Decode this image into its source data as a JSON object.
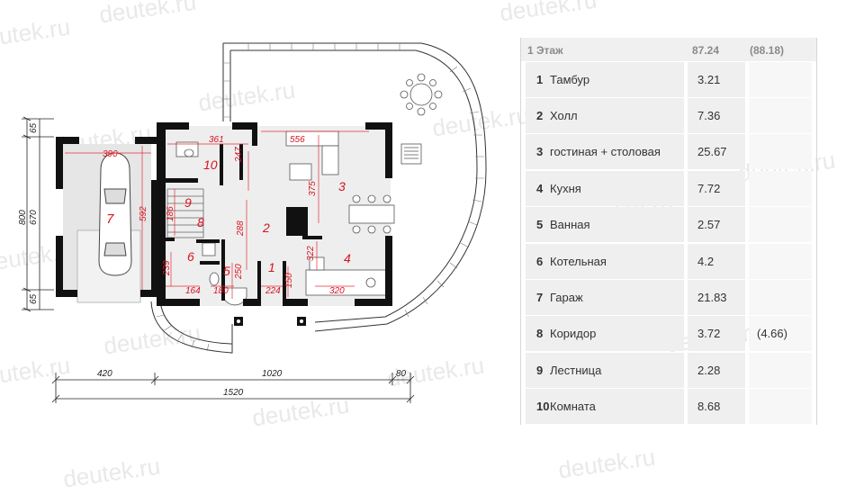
{
  "watermark": "deutek.ru",
  "plan": {
    "dimensions": {
      "top_left": "390",
      "top_mid": "361",
      "top_right": "556",
      "left_outer": "800",
      "left_inner": "670",
      "left_top": "65",
      "left_bottom": "65",
      "garage_depth": "592",
      "d186": "186",
      "d239": "239",
      "d247": "247",
      "d288": "288",
      "d375": "375",
      "d322": "322",
      "d250": "250",
      "d150": "150",
      "d164": "164",
      "d180": "180",
      "d224": "224",
      "d320": "320",
      "bottom_left": "420",
      "bottom_mid": "1020",
      "bottom_right": "80",
      "bottom_total": "1520"
    },
    "room_labels": [
      "1",
      "2",
      "3",
      "4",
      "5",
      "6",
      "7",
      "8",
      "9",
      "10"
    ]
  },
  "table": {
    "header": {
      "floor": "1 Этаж",
      "area": "87.24",
      "area_alt": "(88.18)"
    },
    "rows": [
      {
        "num": "1",
        "name": "Тамбур",
        "area": "3.21",
        "alt": ""
      },
      {
        "num": "2",
        "name": "Холл",
        "area": "7.36",
        "alt": ""
      },
      {
        "num": "3",
        "name": "гостиная + столовая",
        "area": "25.67",
        "alt": ""
      },
      {
        "num": "4",
        "name": "Кухня",
        "area": "7.72",
        "alt": ""
      },
      {
        "num": "5",
        "name": "Ванная",
        "area": "2.57",
        "alt": ""
      },
      {
        "num": "6",
        "name": "Котельная",
        "area": "4.2",
        "alt": ""
      },
      {
        "num": "7",
        "name": "Гараж",
        "area": "21.83",
        "alt": ""
      },
      {
        "num": "8",
        "name": "Коридор",
        "area": "3.72",
        "alt": "(4.66)"
      },
      {
        "num": "9",
        "name": "Лестница",
        "area": "2.28",
        "alt": ""
      },
      {
        "num": "10",
        "name": "Комната",
        "area": "8.68",
        "alt": ""
      }
    ]
  },
  "colors": {
    "wall": "#111111",
    "label_red": "#d8131e",
    "dim_red": "#e0303a",
    "table_bg": "#efefef"
  }
}
